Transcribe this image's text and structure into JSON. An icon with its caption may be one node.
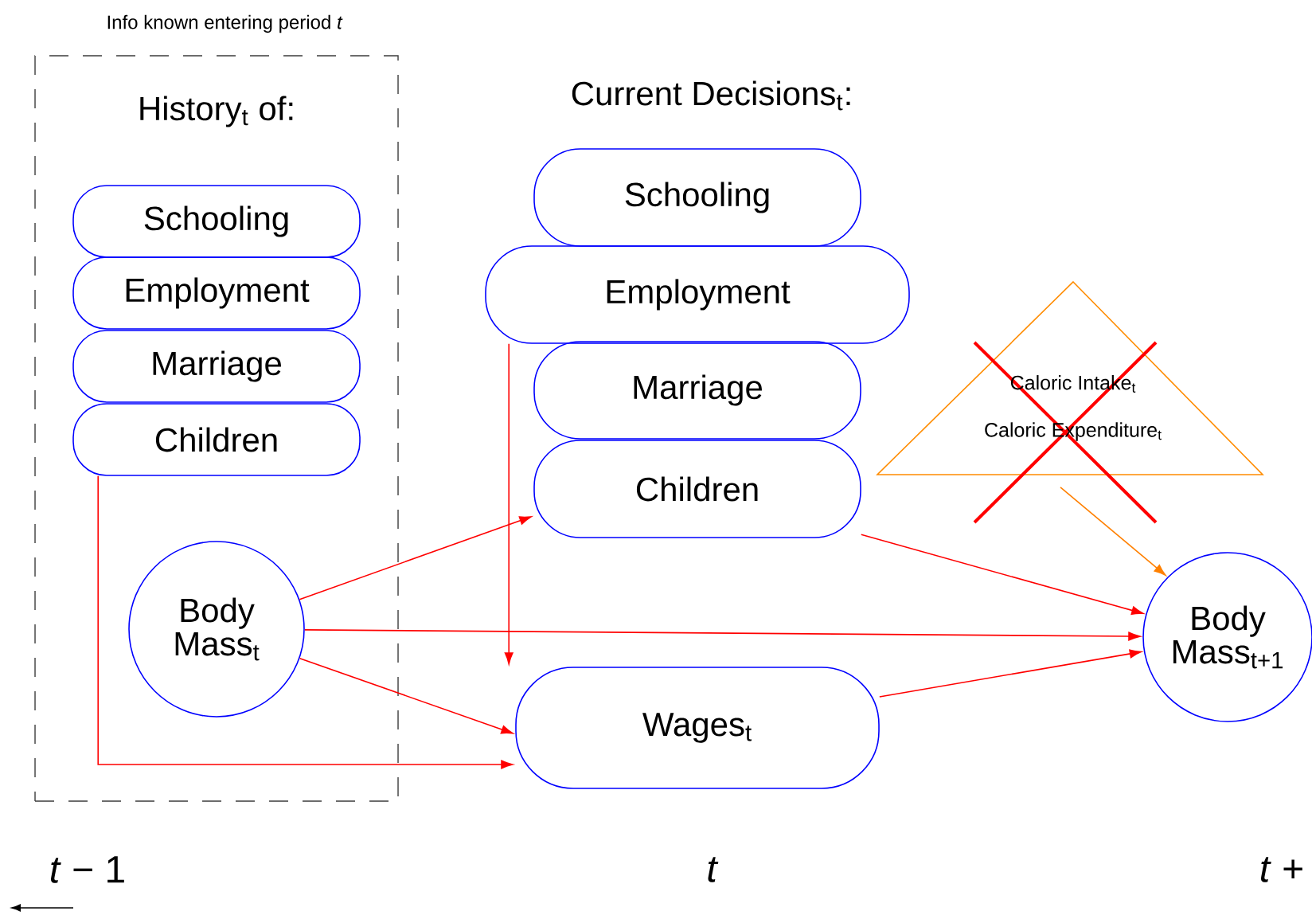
{
  "diagram": {
    "nodes": [
      {
        "text": [
          "Info known entering period *t*",
          "History$_{t}$ of:"
        ]
      },
      {
        "text": [
          "Schooling"
        ],
        "in": 0
      },
      {
        "text": [
          "Employment"
        ],
        "in": 0
      },
      {
        "text": [
          "Marriage"
        ],
        "in": 0
      },
      {
        "text": [
          "Children"
        ],
        "in": 0
      },
      {
        "text": [
          "Body Mass$_{t}$"
        ],
        "in": 0
      },
      {
        "text": [
          "Schooling"
        ]
      },
      {
        "text": [
          "Employment"
        ]
      },
      {
        "text": [
          "Marriage"
        ]
      },
      {
        "text": [
          "Children"
        ]
      },
      {
        "text": [
          "Wages$_{t}$"
        ]
      },
      {
        "text": [
          "Caloric Intake$_{t}$",
          "Caloric Expenditure$_{t}$"
        ]
      },
      {
        "text": [
          "Body Mass$_{t+1}$"
        ]
      }
    ],
    "edges": [
      {
        "from": 4,
        "to": 10,
        "arrow": "to"
      },
      {
        "from": 5,
        "to": 9,
        "arrow": "to"
      },
      {
        "from": 5,
        "to": 12,
        "arrow": "to"
      },
      {
        "from": 5,
        "to": 10,
        "arrow": "to"
      },
      {
        "from": 7,
        "to": 10,
        "arrow": "to"
      },
      {
        "from": 9,
        "to": 12,
        "arrow": "to"
      },
      {
        "from": 10,
        "to": 12,
        "arrow": "to"
      },
      {
        "from": 11,
        "to": 12,
        "arrow": "to",
        "color": "#ff8000"
      }
    ],
    "labels": [
      "Current Decisions$_{t}$:",
      "*t* − 1",
      "t",
      "*t* +"
    ]
  }
}
